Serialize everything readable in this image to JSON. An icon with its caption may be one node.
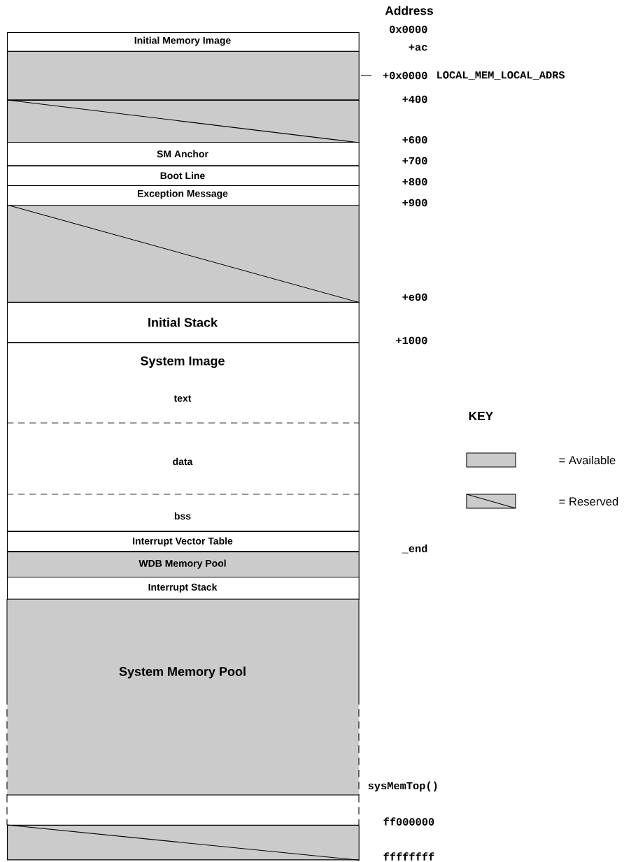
{
  "diagram": {
    "nodes": [
      {
        "text": [
          "Initial Memory Image"
        ]
      },
      {
        "text": [],
        "shape": "box"
      },
      {
        "text": [],
        "shape": "box"
      },
      {
        "text": [
          "SM Anchor"
        ]
      },
      {
        "text": [
          "Boot Line"
        ]
      },
      {
        "text": [
          "Exception Message"
        ]
      },
      {
        "text": [],
        "shape": "box"
      },
      {
        "text": [
          "Initial Stack"
        ]
      },
      {
        "text": [
          "System Image",
          "text",
          "data",
          "bss"
        ]
      },
      {
        "text": [
          "Interrupt Vector Table"
        ]
      },
      {
        "text": [
          "WDB Memory Pool"
        ]
      },
      {
        "text": [
          "Interrupt Stack"
        ]
      },
      {
        "text": [
          "System Memory Pool"
        ]
      },
      {
        "text": [],
        "shape": "box"
      },
      {
        "text": [],
        "shape": "box"
      }
    ],
    "labels": [
      "Address",
      "0x0000",
      "+ac",
      "+0x0000",
      "LOCAL_MEM_LOCAL_ADRS",
      "+400",
      "+600",
      "+700",
      "+800",
      "+900",
      "+e00",
      "+1000",
      "KEY",
      "_end",
      "sysMemTop()",
      "ff000000",
      "ffffffff"
    ],
    "legend": [
      {
        "text": "= Available",
        "color": "#cbcbcb"
      },
      {
        "text": "= Reserved"
      }
    ]
  }
}
